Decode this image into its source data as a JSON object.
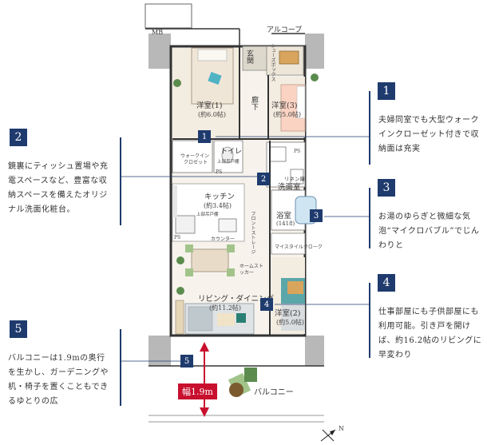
{
  "labels": {
    "mb": "MB",
    "alcove": "アルコーブ",
    "entrance": "玄関",
    "shoes": "シューズボックス",
    "corridor": "廊下",
    "room1": "洋室(1)",
    "room1_size": "(約6.0帖)",
    "room3": "洋室(3)",
    "room3_size": "(約5.0帖)",
    "walkin": "ウォークイン",
    "closet": "クロゼット",
    "toilet": "トイレ",
    "upper_shelf": "上部吊戸棚",
    "ps": "PS",
    "linen": "リネン庫",
    "washroom": "洗面室",
    "kitchen": "キッチン",
    "kitchen_size": "(約3.4帖)",
    "bath": "浴室",
    "bath_size": "(1418)",
    "upper_shelf2": "上部吊戸棚",
    "counter": "カウンター",
    "frontstorage": "フロントストレージ",
    "homestocker": "ホームストッカー",
    "wic": "マイスタイルクローク",
    "living": "リビング・ダイニング",
    "living_size": "(約11.2帖)",
    "room2": "洋室(2)",
    "room2_size": "(約5.0帖)",
    "width": "幅1.9m",
    "balcony": "バルコニー"
  },
  "callouts": {
    "c1": {
      "num": "1",
      "text": "夫婦同室でも大型ウォークインクローゼット付きで収納面は充実"
    },
    "c2": {
      "num": "2",
      "text": "鏡裏にティッシュ置場や充電スペースなど、豊富な収納スペースを備えたオリジナル洗面化粧台。"
    },
    "c3": {
      "num": "3",
      "text": "お湯のゆらぎと微細な気泡“マイクロバブル”でじんわりと"
    },
    "c4": {
      "num": "4",
      "text": "仕事部屋にも子供部屋にも利用可能。引き戸を開けば、約16.2帖のリビングに早変わり"
    },
    "c5": {
      "num": "5",
      "text": "バルコニーは1.9mの奥行を生かし、ガーデニングや机・椅子を置くこともできるゆとりの広"
    }
  },
  "markers": [
    "1",
    "2",
    "3",
    "4",
    "5"
  ],
  "compass": "N"
}
